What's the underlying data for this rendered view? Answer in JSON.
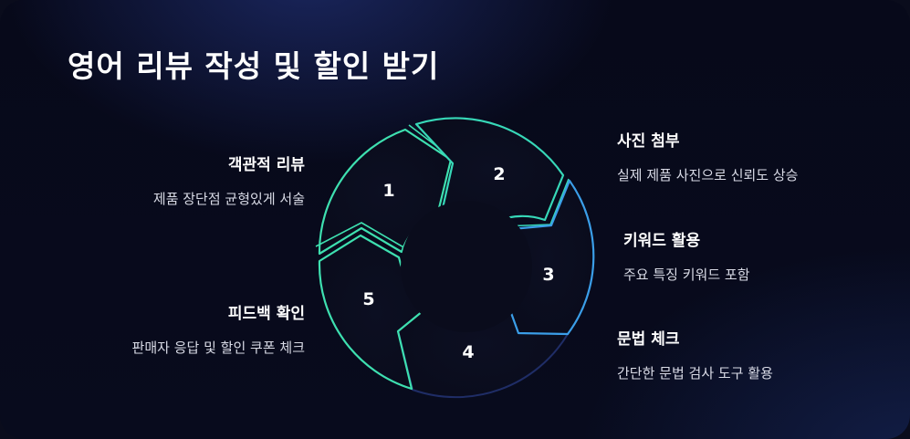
{
  "title": "영어 리뷰 작성 및 할인 받기",
  "steps": [
    {
      "number": "1",
      "heading": "객관적 리뷰",
      "desc": "제품 장단점 균형있게 서술",
      "color": "#3ee0b0"
    },
    {
      "number": "2",
      "heading": "사진 첨부",
      "desc": "실제 제품 사진으로 신뢰도 상승",
      "color": "#37d8b8"
    },
    {
      "number": "3",
      "heading": "키워드 활용",
      "desc": "주요 특징 키워드 포함",
      "color": "#3b9ee8"
    },
    {
      "number": "4",
      "heading": "문법 체크",
      "desc": "간단한 문법 검사 도구 활용",
      "color": "#1f2d66"
    },
    {
      "number": "5",
      "heading": "피드백 확인",
      "desc": "판매자 응답 및 할인 쿠폰 체크",
      "color": "#3ee0b0"
    }
  ]
}
